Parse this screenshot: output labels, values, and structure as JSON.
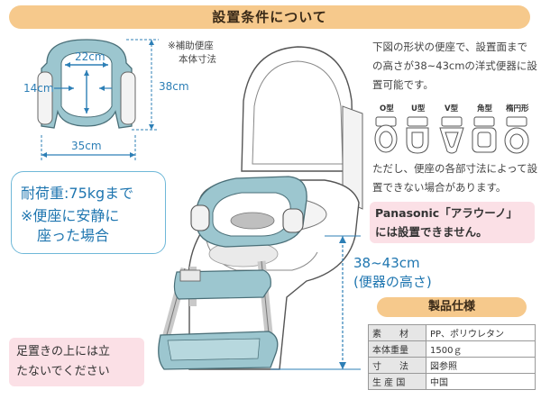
{
  "header": {
    "title": "設置条件について"
  },
  "top_diagram": {
    "width_inner": "22cm",
    "depth_inner": "14cm",
    "height": "38cm",
    "width_outer": "35cm",
    "note_line1": "※補助便座",
    "note_line2": "本体寸法"
  },
  "condition": {
    "text1": "下図の形状の便座で、設置面まで の高さが38~43cmの洋式便器に設置可能です。",
    "text2": "ただし、便座の各部寸法によって設置できない場合があります。"
  },
  "seat_shapes": [
    {
      "label": "O型"
    },
    {
      "label": "U型"
    },
    {
      "label": "V型"
    },
    {
      "label": "角型"
    },
    {
      "label": "楕円形"
    }
  ],
  "panasonic": {
    "line1": "Panasonic「アラウーノ」",
    "line2": "には設置できません。"
  },
  "load_bubble": {
    "line1": "耐荷重:75kgまで",
    "line2": "※便座に安静に",
    "line3": "座った場合"
  },
  "height_range": {
    "line1": "38~43cm",
    "line2": "(便器の高さ)"
  },
  "spec": {
    "title": "製品仕様",
    "rows": [
      {
        "key": "素　　材",
        "value": "PP、ポリウレタン"
      },
      {
        "key": "本体重量",
        "value": "1500ｇ"
      },
      {
        "key": "寸　　法",
        "value": "図参照"
      },
      {
        "key": "生 産 国",
        "value": "中国"
      }
    ]
  },
  "warning": {
    "line1": "足置きの上には立",
    "line2": "たないでください"
  },
  "colors": {
    "accent_orange": "#f6c98c",
    "pink": "#fbe0e6",
    "blue_text": "#1f76b0",
    "seat_blue": "#9cc6cf"
  }
}
